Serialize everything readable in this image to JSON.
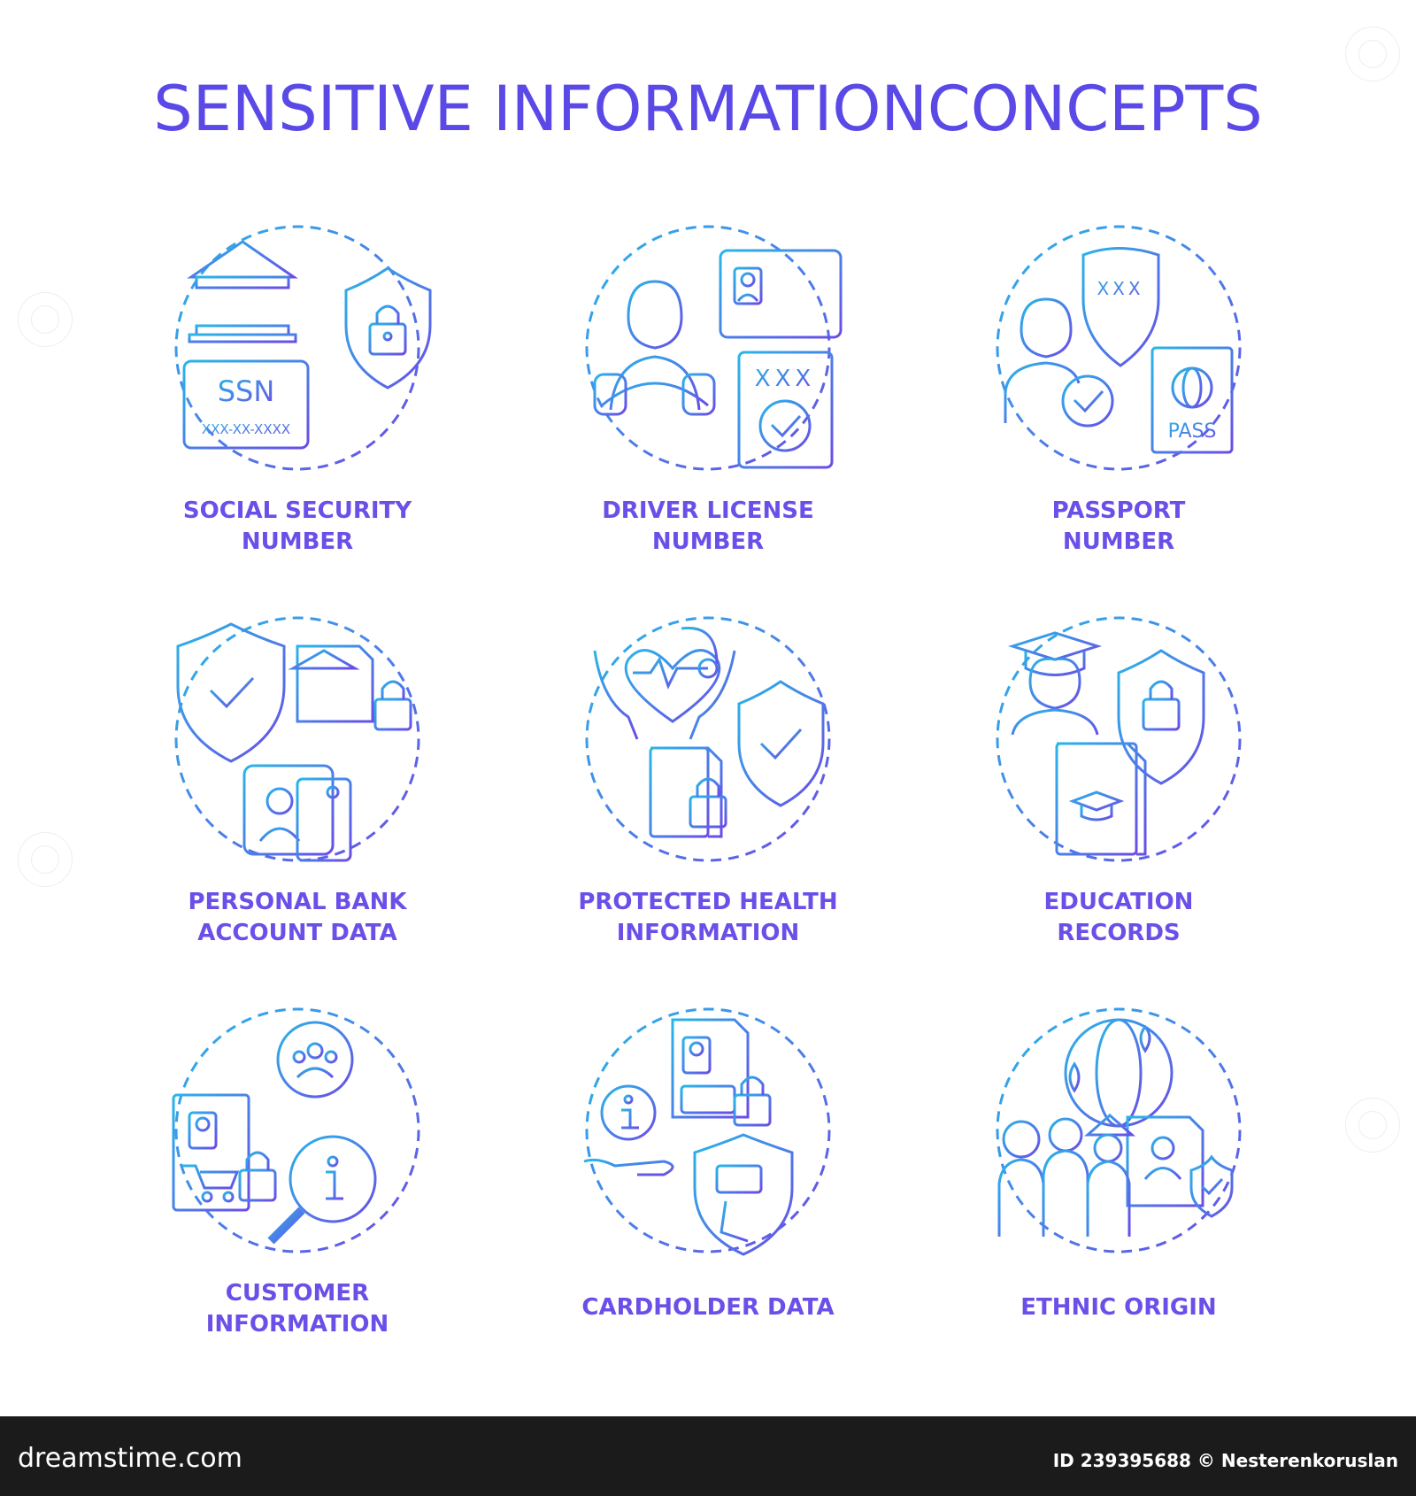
{
  "title": "SENSITIVE INFORMATIONCONCEPTS",
  "colors": {
    "accent_start": "#29b6e8",
    "accent_end": "#6a4ce8",
    "title": "#5a49e6",
    "label": "#6b4fe8",
    "footer_bg": "#1b1b1b"
  },
  "items": [
    {
      "icon": "ssn-icon",
      "lines": [
        "SOCIAL SECURITY",
        "NUMBER"
      ],
      "ssn_text": "SSN",
      "ssn_mask": "XXX-XX-XXXX"
    },
    {
      "icon": "driver-license-icon",
      "lines": [
        "DRIVER LICENSE",
        "NUMBER"
      ],
      "mask": "XXX"
    },
    {
      "icon": "passport-icon",
      "lines": [
        "PASSPORT",
        "NUMBER"
      ],
      "mask": "XXX",
      "pass_text": "PASS"
    },
    {
      "icon": "bank-account-icon",
      "lines": [
        "PERSONAL BANK",
        "ACCOUNT DATA"
      ]
    },
    {
      "icon": "health-info-icon",
      "lines": [
        "PROTECTED HEALTH",
        "INFORMATION"
      ]
    },
    {
      "icon": "education-records-icon",
      "lines": [
        "EDUCATION",
        "RECORDS"
      ]
    },
    {
      "icon": "customer-info-icon",
      "lines": [
        "CUSTOMER",
        "INFORMATION"
      ]
    },
    {
      "icon": "cardholder-data-icon",
      "lines": [
        "CARDHOLDER DATA"
      ]
    },
    {
      "icon": "ethnic-origin-icon",
      "lines": [
        "ETHNIC ORIGIN"
      ]
    }
  ],
  "footer": {
    "brand": "dreamstime.com",
    "credit": "ID 239395688 © Nesterenkoruslan"
  }
}
